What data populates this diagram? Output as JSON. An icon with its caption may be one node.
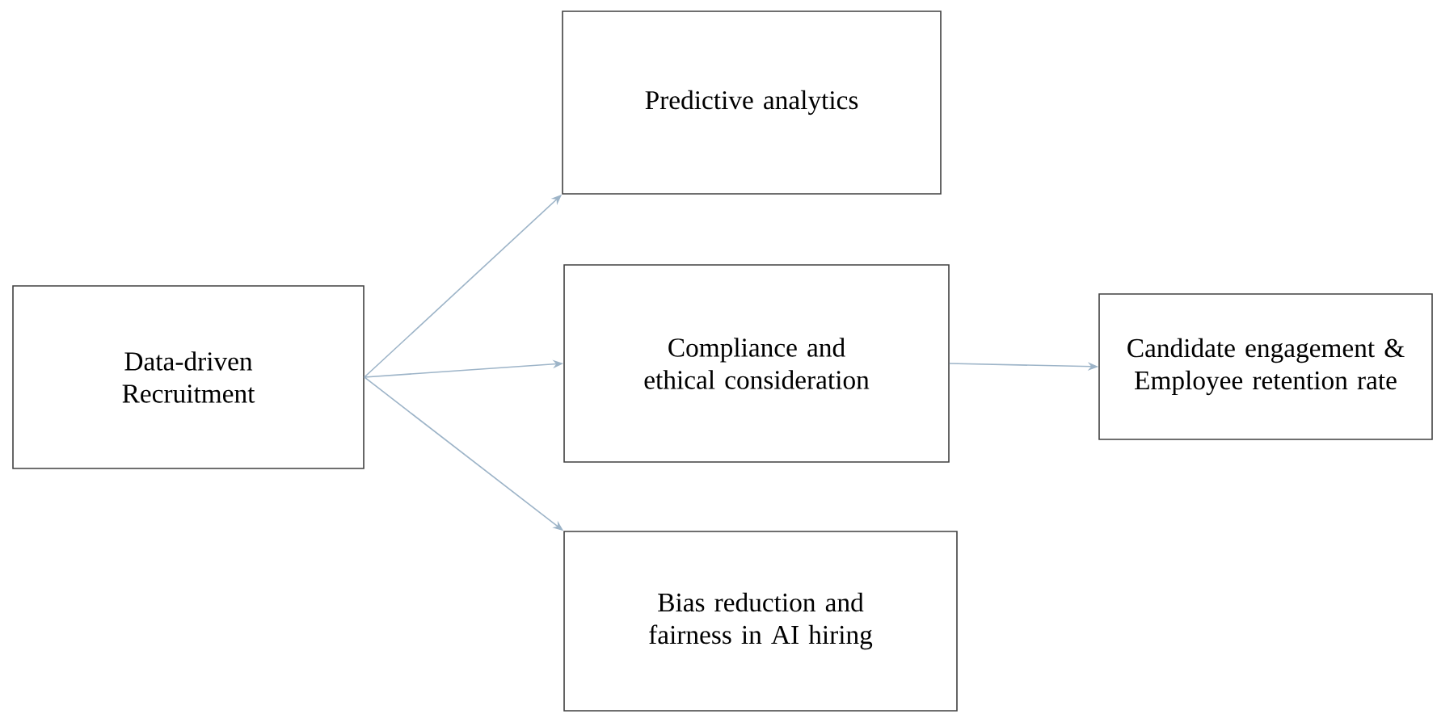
{
  "diagram": {
    "nodes": [
      {
        "text": [
          "Data-driven Recruitment"
        ]
      },
      {
        "text": [
          "Predictive analytics"
        ]
      },
      {
        "text": [
          "Compliance and ethical consideration"
        ]
      },
      {
        "text": [
          "Bias reduction and fairness in AI hiring"
        ]
      },
      {
        "text": [
          "Candidate engagement & Employee retention rate"
        ]
      }
    ],
    "edges": [
      {
        "from": 0,
        "to": 1,
        "arrow": "to"
      },
      {
        "from": 0,
        "to": 2,
        "arrow": "to"
      },
      {
        "from": 0,
        "to": 3,
        "arrow": "to"
      },
      {
        "from": 2,
        "to": 4,
        "arrow": "to"
      }
    ]
  }
}
